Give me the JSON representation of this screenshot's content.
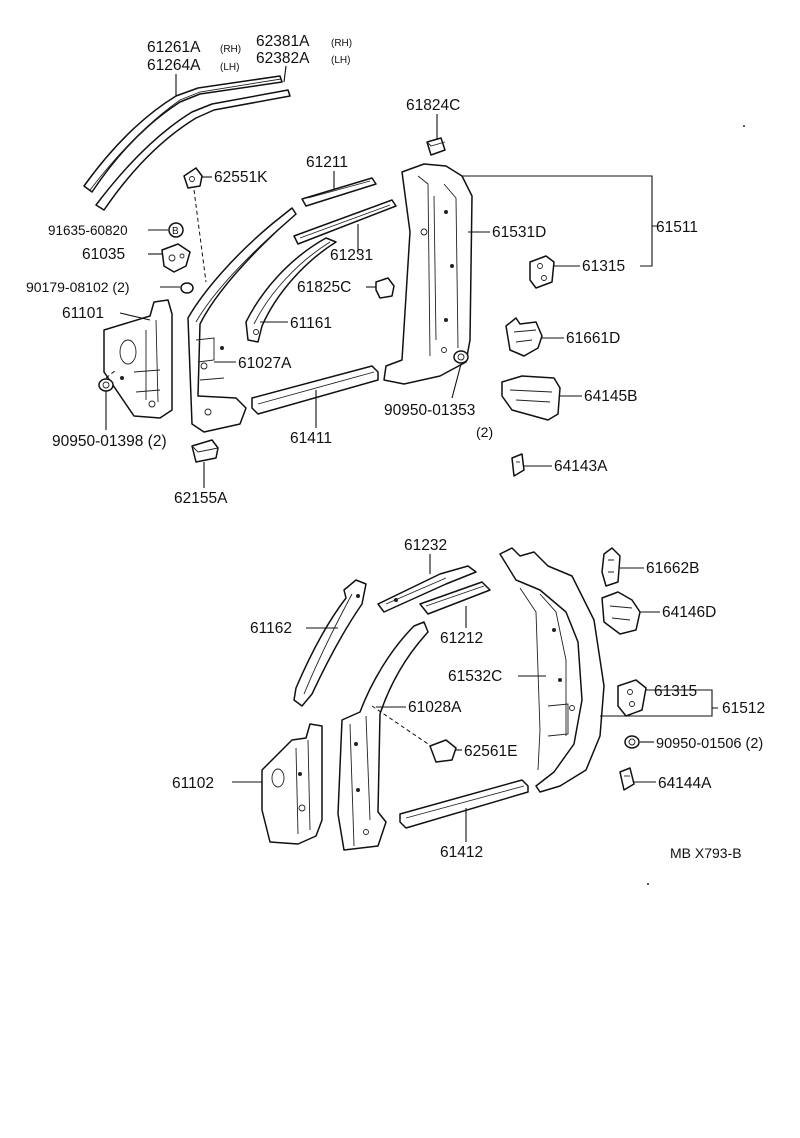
{
  "diagram_code": "MB X793-B",
  "callouts": {
    "p61261A": "61261A",
    "p61261A_side": "(RH)",
    "p61264A": "61264A",
    "p61264A_side": "(LH)",
    "p62381A": "62381A",
    "p62381A_side": "(RH)",
    "p62382A": "62382A",
    "p62382A_side": "(LH)",
    "p61824C": "61824C",
    "p62551K": "62551K",
    "p61211": "61211",
    "p91635": "91635-60820",
    "p61035": "61035",
    "p90179": "90179-08102 (2)",
    "p61101": "61101",
    "p61231": "61231",
    "p61531D": "61531D",
    "p61511": "61511",
    "p61315a": "61315",
    "p61825C": "61825C",
    "p61161": "61161",
    "p61661D": "61661D",
    "p61027A": "61027A",
    "p64145B": "64145B",
    "p90950_01353": "90950-01353",
    "p90950_01353_qty": "(2)",
    "p90950_01398": "90950-01398 (2)",
    "p61411": "61411",
    "p64143A": "64143A",
    "p62155A": "62155A",
    "p61232": "61232",
    "p61662B": "61662B",
    "p64146D": "64146D",
    "p61162": "61162",
    "p61212": "61212",
    "p61532C": "61532C",
    "p61315b": "61315",
    "p61512": "61512",
    "p61028A": "61028A",
    "p90950_01506": "90950-01506 (2)",
    "p61102": "61102",
    "p62561E": "62561E",
    "p64144A": "64144A",
    "p61412": "61412"
  }
}
